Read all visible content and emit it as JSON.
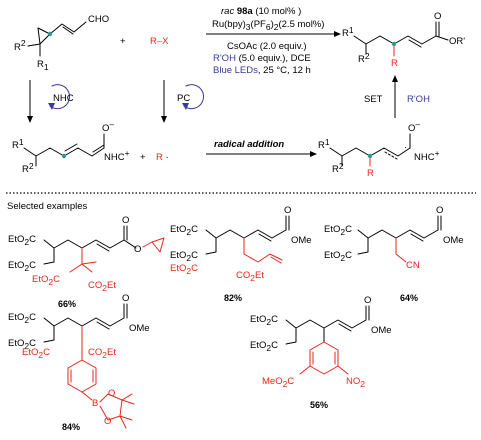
{
  "scheme": {
    "start_cho": "CHO",
    "start_r2": "R",
    "start_r1": "R",
    "sup2": "2",
    "sup1": "1",
    "plus": "+",
    "rx": "R–X",
    "catalyst_label": "rac",
    "catalyst_num": "98a",
    "catalyst_load": "(10 mol% )",
    "photocat_a": "Ru(bpy)",
    "photocat_sub": "3",
    "photocat_b": "(PF",
    "photocat_sub2": "6",
    "photocat_c": ")",
    "photocat_sub3": "2",
    "photocat_load": "(2.5 mol%)",
    "base": "CsOAc (2.0 equiv.)",
    "alcohol": "R'OH",
    "alcohol_rest": "(5.0 equiv.), DCE",
    "light": "Blue LEDs",
    "light_rest": ", 25 °C, 12 h",
    "product_or": "OR'",
    "product_o": "O",
    "product_r": "R",
    "nhc": "NHC",
    "pc": "PC",
    "set": "SET",
    "roh": "R'OH",
    "radical_addition": "radical addition",
    "inter_o": "O",
    "inter_minus": "–",
    "inter_nhc": "NHC",
    "inter_plus": "+",
    "radical_r": "R",
    "radical_dot": "·",
    "selected_examples": "Selected examples",
    "y1": "66%",
    "y2": "82%",
    "y3": "64%",
    "y4": "84%",
    "y5": "56%",
    "etoc": "EtO",
    "etoc2": "2",
    "etoc_c": "C",
    "co2et": "CO",
    "co2et2": "2",
    "co2et_et": "Et",
    "ome": "OMe",
    "cn": "CN",
    "meo2c": "MeO",
    "no2": "NO",
    "no2sub": "2",
    "b": "B",
    "o": "O"
  },
  "colors": {
    "red": "#e8261c",
    "blue": "#3a3a9a",
    "teal": "#2e9b8c"
  }
}
